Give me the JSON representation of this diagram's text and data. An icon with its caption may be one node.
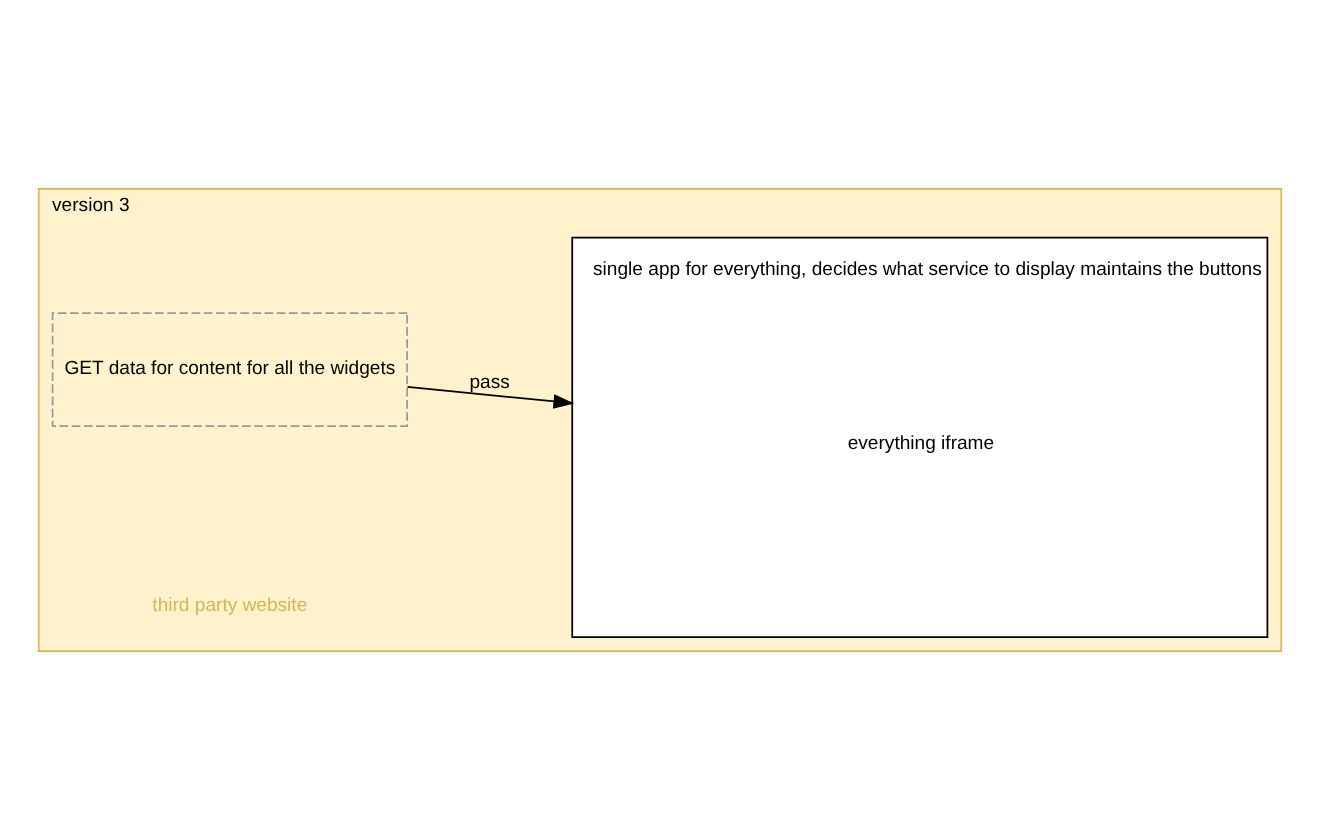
{
  "diagram": {
    "nodes": [
      {
        "text": [
          "version 3",
          "third party website"
        ]
      },
      {
        "text": [
          "GET data for content for all the widgets"
        ],
        "in": 0
      },
      {
        "text": [
          "single app for everything, decides what service to display maintains the buttons",
          "everything iframe"
        ],
        "in": 0
      }
    ],
    "edges": [
      {
        "from": 1,
        "to": 2,
        "arrow": "to",
        "label": "pass"
      }
    ]
  }
}
